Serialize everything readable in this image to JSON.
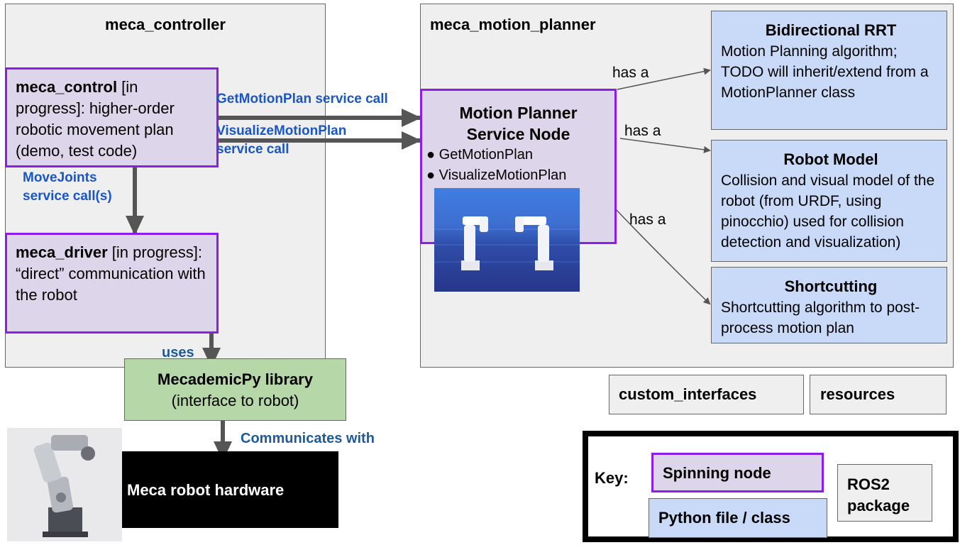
{
  "controller": {
    "title": "meca_controller",
    "meca_control": {
      "bold": "meca_control",
      "rest": " [in progress]: higher-order robotic movement plan (demo, test code)"
    },
    "meca_driver": {
      "bold": "meca_driver",
      "rest": " [in progress]: “direct” communication with the robot"
    }
  },
  "planner": {
    "title": "meca_motion_planner",
    "node": {
      "title_line1": "Motion Planner",
      "title_line2": "Service Node",
      "services": [
        "GetMotionPlan",
        "VisualizeMotionPlan"
      ]
    },
    "rrt": {
      "title": "Bidirectional RRT",
      "body": "Motion Planning algorithm; TODO will inherit/extend from a MotionPlanner class"
    },
    "robot_model": {
      "title": "Robot Model",
      "body": "Collision and visual model of the robot (from URDF, using pinocchio) used for collision detection and visualization)"
    },
    "shortcut": {
      "title": "Shortcutting",
      "body": "Shortcutting algorithm to post-process motion plan"
    },
    "has_a": [
      "has a",
      "has a",
      "has a"
    ]
  },
  "edges": {
    "get_motion_plan": "GetMotionPlan service call",
    "visualize_line1": "VisualizeMotionPlan",
    "visualize_line2": "service call",
    "move_joints_line1": "MoveJoints",
    "move_joints_line2": "service call(s)",
    "uses": "uses",
    "communicates": "Communicates with"
  },
  "library": {
    "title": "MecademicPy library",
    "subtitle": "(interface to robot)"
  },
  "hardware": {
    "label": "Meca robot hardware"
  },
  "packages": {
    "custom_interfaces": "custom_interfaces",
    "resources": "resources"
  },
  "key": {
    "label": "Key:",
    "spinning": "Spinning node",
    "python": "Python file / class",
    "ros2_line1": "ROS2",
    "ros2_line2": "package"
  },
  "colors": {
    "node_fill": "#ddd6ea",
    "node_border": "#8a1ee6",
    "python_fill": "#c9daf8",
    "package_fill": "#efefef",
    "library_fill": "#b6d7a8",
    "edge_label": "#1a56c4"
  }
}
